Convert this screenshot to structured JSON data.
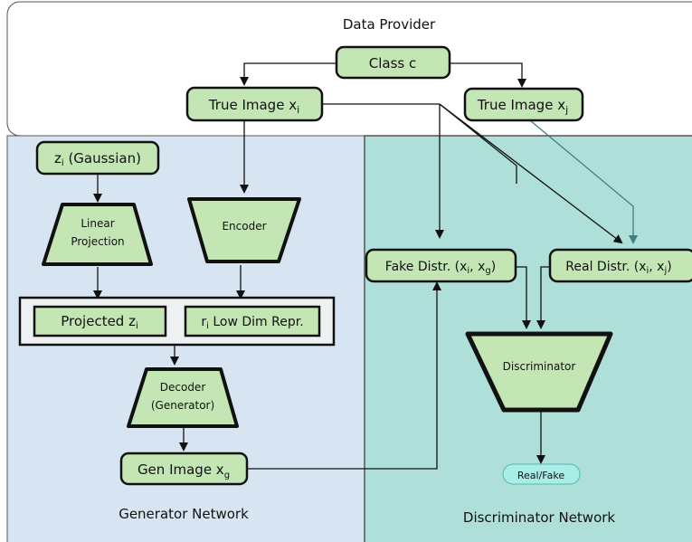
{
  "colors": {
    "provider_bg": "#ffffff",
    "generator_bg": "#d6e5f1",
    "discriminator_bg": "#aedfd9",
    "node_fill": "#c3e6b4",
    "output_fill": "#a8eee6",
    "edge": "#111111",
    "faded_edge": "#3f7f7f"
  },
  "regions": {
    "data_provider": "Data Provider",
    "generator": "Generator Network",
    "discriminator": "Discriminator Network"
  },
  "nodes": {
    "class_c": "Class c",
    "true_image_i": {
      "text": "True Image x",
      "sub": "i"
    },
    "true_image_j": {
      "text": "True Image x",
      "sub": "j"
    },
    "z_gaussian": {
      "pre": "z",
      "sub": "i",
      "post": " (Gaussian)"
    },
    "linear_projection": {
      "line1": "Linear",
      "line2": "Projection"
    },
    "encoder": "Encoder",
    "projected_z": {
      "text": "Projected z",
      "sub": "i"
    },
    "low_dim_repr": {
      "pre": "r",
      "sub": "i",
      "post": " Low Dim Repr."
    },
    "decoder": {
      "line1": "Decoder",
      "line2": "(Generator)"
    },
    "gen_image": {
      "text": "Gen Image x",
      "sub": "g"
    },
    "fake_distr": {
      "pre": "Fake Distr. (x",
      "sub1": "i",
      "mid": ", x",
      "sub2": "g",
      "post": ")"
    },
    "real_distr": {
      "pre": "Real Distr. (x",
      "sub1": "i",
      "mid": ", x",
      "sub2": "j",
      "post": ")"
    },
    "discriminator": "Discriminator",
    "real_fake": "Real/Fake"
  }
}
